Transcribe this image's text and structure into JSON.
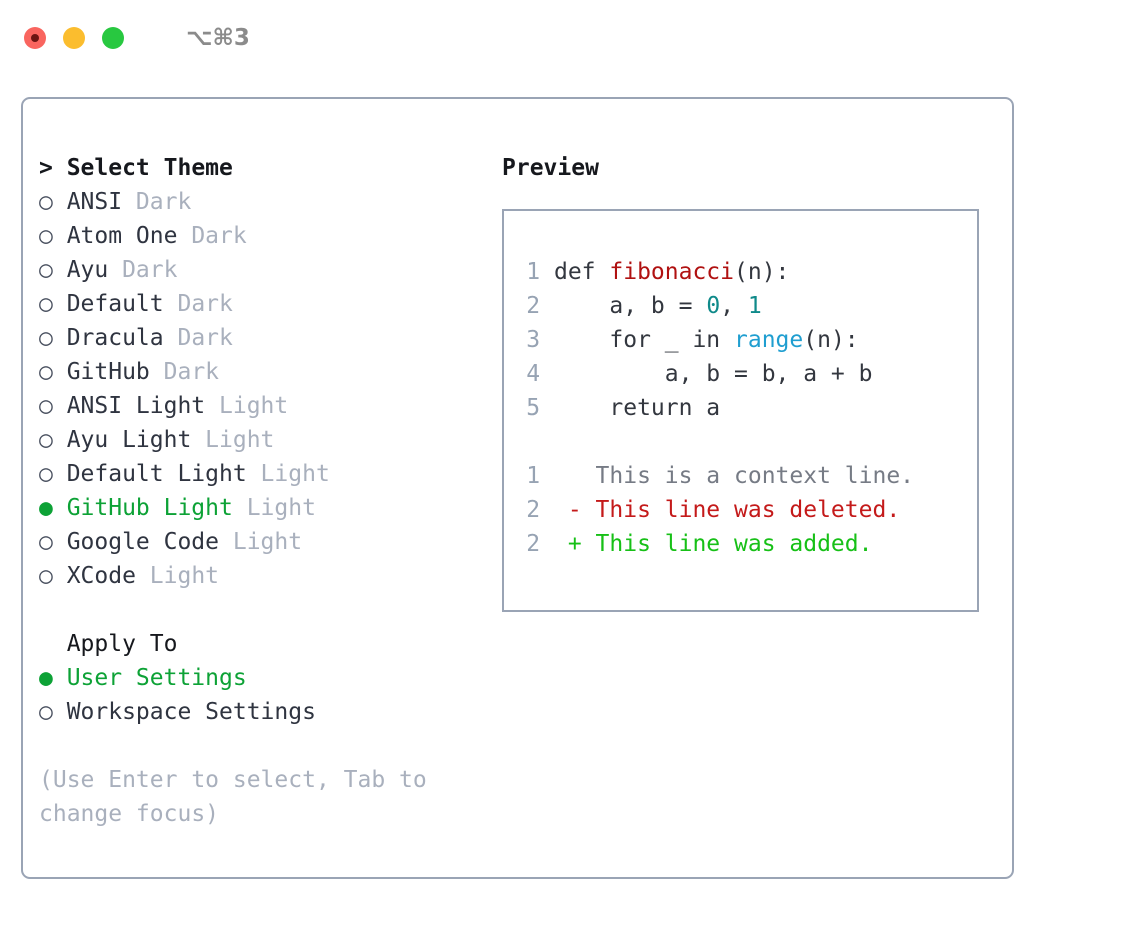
{
  "titlebar": {
    "shortcut": "⌥⌘3",
    "lights": [
      "close-red",
      "minimize-yellow",
      "maximize-green"
    ]
  },
  "left": {
    "theme_header": "> Select Theme",
    "themes": [
      {
        "marker": "○",
        "name": "ANSI",
        "kind": "Dark",
        "selected": false
      },
      {
        "marker": "○",
        "name": "Atom One",
        "kind": "Dark",
        "selected": false
      },
      {
        "marker": "○",
        "name": "Ayu",
        "kind": "Dark",
        "selected": false
      },
      {
        "marker": "○",
        "name": "Default",
        "kind": "Dark",
        "selected": false
      },
      {
        "marker": "○",
        "name": "Dracula",
        "kind": "Dark",
        "selected": false
      },
      {
        "marker": "○",
        "name": "GitHub",
        "kind": "Dark",
        "selected": false
      },
      {
        "marker": "○",
        "name": "ANSI Light",
        "kind": "Light",
        "selected": false
      },
      {
        "marker": "○",
        "name": "Ayu Light",
        "kind": "Light",
        "selected": false
      },
      {
        "marker": "○",
        "name": "Default Light",
        "kind": "Light",
        "selected": false
      },
      {
        "marker": "●",
        "name": "GitHub Light",
        "kind": "Light",
        "selected": true
      },
      {
        "marker": "○",
        "name": "Google Code",
        "kind": "Light",
        "selected": false
      },
      {
        "marker": "○",
        "name": "XCode",
        "kind": "Light",
        "selected": false
      }
    ],
    "apply_header": "Apply To",
    "apply_options": [
      {
        "marker": "●",
        "name": "User Settings",
        "selected": true
      },
      {
        "marker": "○",
        "name": "Workspace Settings",
        "selected": false
      }
    ],
    "hint": "(Use Enter to select, Tab to change focus)"
  },
  "right": {
    "preview_title": "Preview",
    "code_lines": [
      {
        "no": "1",
        "parts": [
          {
            "t": "def ",
            "c": "plain"
          },
          {
            "t": "fibonacci",
            "c": "fn"
          },
          {
            "t": "(n):",
            "c": "plain"
          }
        ]
      },
      {
        "no": "2",
        "parts": [
          {
            "t": "    a, b = ",
            "c": "plain"
          },
          {
            "t": "0",
            "c": "num"
          },
          {
            "t": ", ",
            "c": "plain"
          },
          {
            "t": "1",
            "c": "num"
          }
        ]
      },
      {
        "no": "3",
        "parts": [
          {
            "t": "    for _ in ",
            "c": "plain"
          },
          {
            "t": "range",
            "c": "call"
          },
          {
            "t": "(n):",
            "c": "plain"
          }
        ]
      },
      {
        "no": "4",
        "parts": [
          {
            "t": "        a, b = b, a + b",
            "c": "plain"
          }
        ]
      },
      {
        "no": "5",
        "parts": [
          {
            "t": "    return a",
            "c": "plain"
          }
        ]
      }
    ],
    "diff_lines": [
      {
        "no": "1",
        "prefix": "  ",
        "text": "This is a context line.",
        "kind": "context"
      },
      {
        "no": "2",
        "prefix": "- ",
        "text": "This line was deleted.",
        "kind": "del"
      },
      {
        "no": "2",
        "prefix": "+ ",
        "text": "This line was added.",
        "kind": "add"
      }
    ]
  },
  "colors": {
    "accent_green": "#0da236",
    "muted": "#a9b0bd",
    "border": "#9aa4b5",
    "fn_red": "#b01111",
    "num_teal": "#0f8a8a",
    "call_blue": "#1f9ed0",
    "diff_del": "#c41a1a",
    "diff_add": "#17c017",
    "light_red": "#f9655f",
    "light_yellow": "#fbbd2e",
    "light_green": "#28c840"
  }
}
